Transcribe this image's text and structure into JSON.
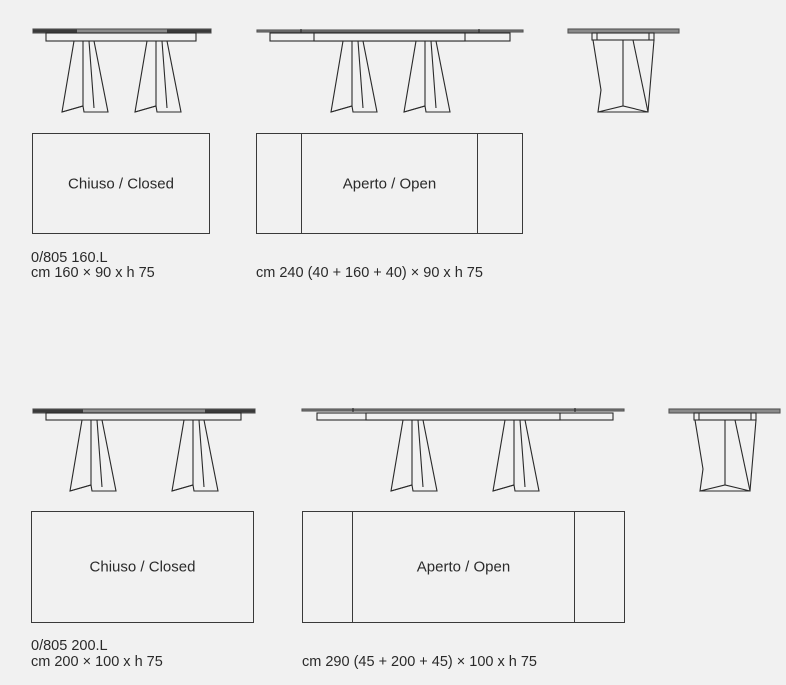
{
  "background_color": "#f1f1f1",
  "line_color": "#2a2a2a",
  "rows": [
    {
      "model_code": "0/805 160.L",
      "closed": {
        "label": "Chiuso / Closed",
        "dimensions": "cm 160 × 90 x h 75"
      },
      "open": {
        "label": "Aperto / Open",
        "dimensions": "cm 240 (40 + 160 + 40) × 90 x h 75"
      },
      "views": [
        "front-view-closed",
        "front-view-open",
        "side-view"
      ]
    },
    {
      "model_code": "0/805 200.L",
      "closed": {
        "label": "Chiuso / Closed",
        "dimensions": "cm 200 × 100 x h 75"
      },
      "open": {
        "label": "Aperto / Open",
        "dimensions": "cm 290 (45 + 200 + 45) × 100 x h 75"
      },
      "views": [
        "front-view-closed",
        "front-view-open",
        "side-view"
      ]
    }
  ]
}
